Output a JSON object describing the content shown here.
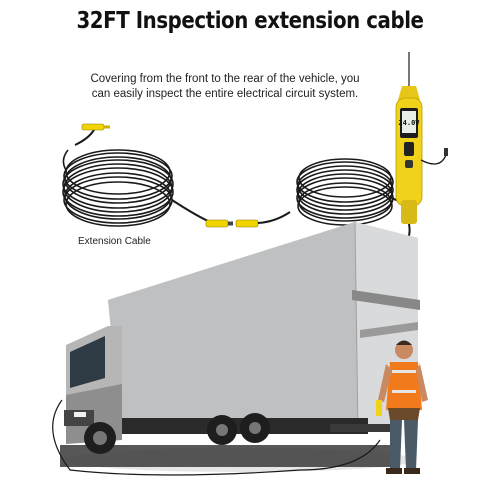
{
  "headline": "32FT Inspection extension cable",
  "description_line1": "Covering from the front to the rear of the vehicle, you",
  "description_line2": "can easily inspect the entire electrical circuit system.",
  "extension_label": "Extension Cable",
  "tester_display": "24.0V",
  "colors": {
    "tester_body": "#f1d21a",
    "cable": "#1a1a1a",
    "connector": "#f2d400",
    "truck_box": "#c9cacb",
    "vest": "#f07a1c"
  }
}
